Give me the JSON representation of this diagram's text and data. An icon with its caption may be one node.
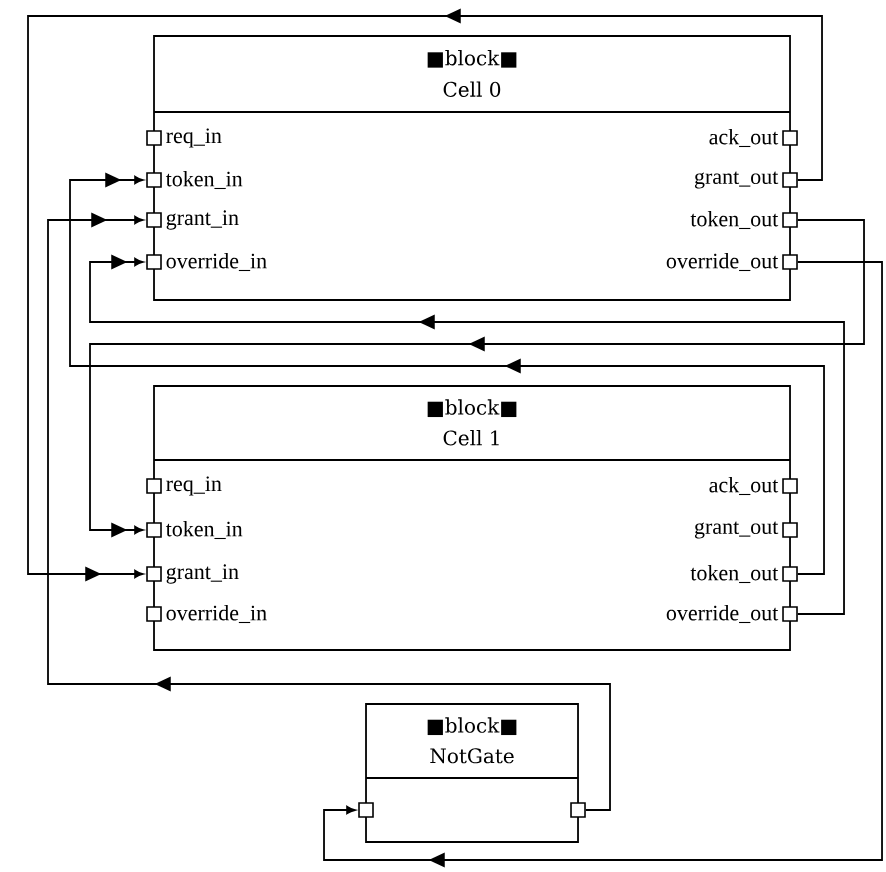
{
  "diagram": {
    "nodes": [
      {
        "text": [
          "■block■",
          "Cell 0"
        ]
      },
      {
        "text": [
          "req_in"
        ],
        "in": 0
      },
      {
        "text": [
          "token_in"
        ],
        "in": 0
      },
      {
        "text": [
          "grant_in"
        ],
        "in": 0
      },
      {
        "text": [
          "override_in"
        ],
        "in": 0
      },
      {
        "text": [
          "ack_out"
        ],
        "in": 0
      },
      {
        "text": [
          "grant_out"
        ],
        "in": 0
      },
      {
        "text": [
          "token_out"
        ],
        "in": 0
      },
      {
        "text": [
          "override_out"
        ],
        "in": 0
      },
      {
        "text": [
          "■block■",
          "Cell 1"
        ]
      },
      {
        "text": [
          "req_in"
        ],
        "in": 9
      },
      {
        "text": [
          "token_in"
        ],
        "in": 9
      },
      {
        "text": [
          "grant_in"
        ],
        "in": 9
      },
      {
        "text": [
          "override_in"
        ],
        "in": 9
      },
      {
        "text": [
          "ack_out"
        ],
        "in": 9
      },
      {
        "text": [
          "grant_out"
        ],
        "in": 9
      },
      {
        "text": [
          "token_out"
        ],
        "in": 9
      },
      {
        "text": [
          "override_out"
        ],
        "in": 9
      },
      {
        "text": [
          "■block■",
          "NotGate"
        ]
      },
      {
        "text": [],
        "shape": "box",
        "in": 18
      },
      {
        "text": [],
        "shape": "box",
        "in": 18
      }
    ],
    "edges": [
      {
        "from": 6,
        "to": 12,
        "arrow": "to"
      },
      {
        "from": 7,
        "to": 11,
        "arrow": "to"
      },
      {
        "from": 8,
        "to": 19,
        "arrow": "to"
      },
      {
        "from": 17,
        "to": 4,
        "arrow": "to"
      },
      {
        "from": 16,
        "to": 2,
        "arrow": "to"
      },
      {
        "from": 20,
        "to": 3,
        "arrow": "to"
      }
    ]
  }
}
